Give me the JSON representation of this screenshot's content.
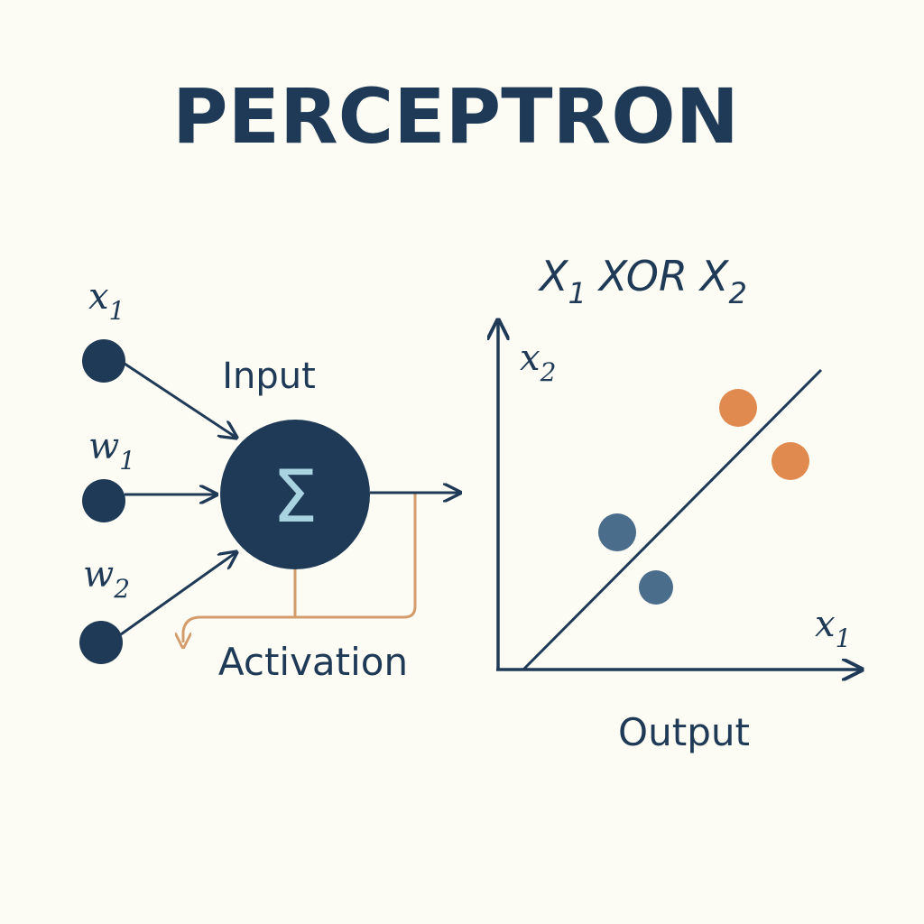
{
  "title": "PERCEPTRON",
  "colors": {
    "navy": "#1f3a56",
    "orange": "#e08a4f",
    "blue": "#4a6d8c",
    "activation_line": "#d49c6c",
    "sigma_text": "#a9d3e0",
    "background": "#fdfcf4"
  },
  "perceptron": {
    "nodes": [
      {
        "label_main": "x",
        "label_sub": "1"
      },
      {
        "label_main": "w",
        "label_sub": "1"
      },
      {
        "label_main": "w",
        "label_sub": "2"
      }
    ],
    "sum_symbol": "Σ",
    "input_label": "Input",
    "activation_label": "Activation"
  },
  "plot": {
    "title_main_a": "X",
    "title_sub_a": "1",
    "title_mid": "XOR",
    "title_main_b": "X",
    "title_sub_b": "2",
    "y_label_main": "x",
    "y_label_sub": "2",
    "x_label_main": "x",
    "x_label_sub": "1",
    "output_label": "Output"
  }
}
